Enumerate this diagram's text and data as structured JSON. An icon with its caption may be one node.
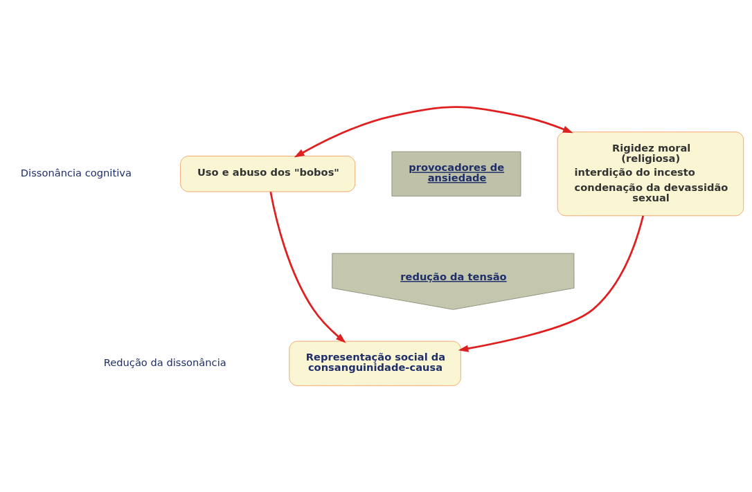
{
  "diagram": {
    "nodes": [
      {
        "text": [
          "Uso e abuso dos \"bobos\""
        ]
      },
      {
        "text": [
          "provocadores de ansiedade"
        ]
      },
      {
        "text": [
          "Rigidez moral (religiosa)",
          "interdição do incesto",
          "condenação da devassidão sexual"
        ]
      },
      {
        "text": [
          "redução da tensão"
        ]
      },
      {
        "text": [
          "Representação social da consanguinidade-causa"
        ]
      }
    ],
    "edges": [
      {
        "from": 0,
        "to": 2,
        "arrow": "both"
      },
      {
        "from": 0,
        "to": 4,
        "arrow": "to"
      },
      {
        "from": 2,
        "to": 4,
        "arrow": "to"
      }
    ],
    "labels": [
      "Dissonância cognitiva",
      "Redução da dissonância"
    ]
  }
}
